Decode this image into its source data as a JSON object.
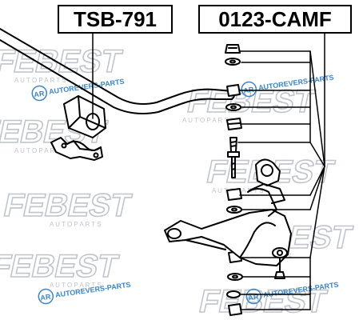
{
  "labels": {
    "part_left": "TSB-791",
    "part_right": "0123-CAMF"
  },
  "watermark": {
    "brand": "FEBEST",
    "sub": "A U T O P A R T S",
    "site": "AUTOREVERS-PARTS",
    "logo": "AR"
  },
  "colors": {
    "ink": "#000000",
    "watermark": "#b8bcc4",
    "watermark_blue": "#3a86c8"
  }
}
